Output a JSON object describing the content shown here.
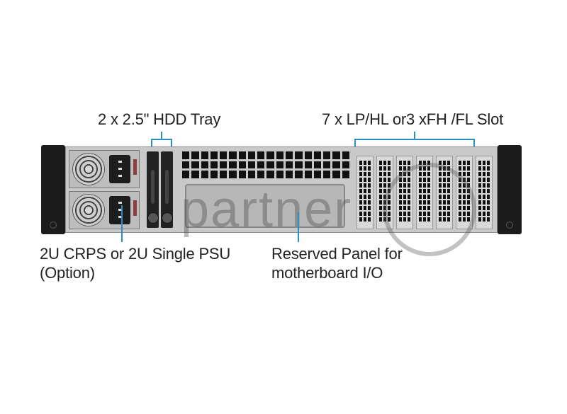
{
  "diagram": {
    "subject": "2U server rear panel",
    "callouts": {
      "hdd_tray": "2 x 2.5\" HDD Tray",
      "pcie_slots": "7 x LP/HL or3 xFH /FL Slot",
      "psu_line1": "2U CRPS or 2U Single PSU",
      "psu_line2": "(Option)",
      "io_line1": "Reserved Panel for",
      "io_line2": "motherboard I/O"
    },
    "watermark": "partner",
    "colors": {
      "callout_line": "#2c8fc0",
      "label_text": "#222222",
      "chassis": "#c9c9c9",
      "rack_ear": "#1c1c1c"
    },
    "counts": {
      "psu_modules": 2,
      "hdd_trays": 2,
      "pcie_slots": 7
    }
  }
}
